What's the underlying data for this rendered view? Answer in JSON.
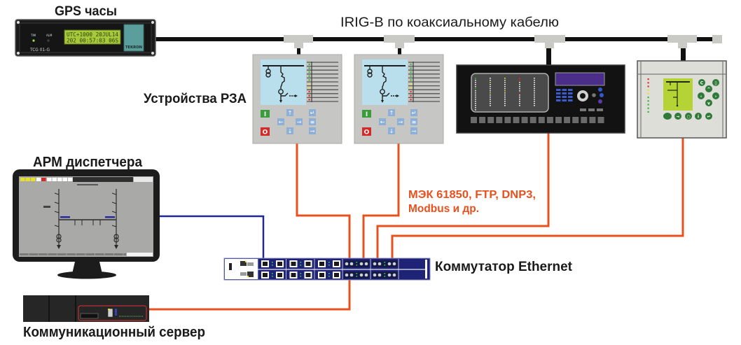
{
  "labels": {
    "gps_title": "GPS часы",
    "bus_label": "IRIG-B по коаксиальному кабелю",
    "relays_label": "Устройства РЗА",
    "operator_label": "АРМ диспетчера",
    "protocols_line1": "МЭК 61850, FTP, DNP3,",
    "protocols_line2": "Modbus и др.",
    "switch_label": "Коммутатор Ethernet",
    "server_label": "Коммуникационный сервер"
  },
  "gps_clock": {
    "display_line1": "UTC+1000 20JUL14",
    "display_line2": "202 00:57:03 06S",
    "model": "TCG 01-G",
    "brand": "TEKRON",
    "led_labels": [
      "TIM",
      "ALM"
    ]
  },
  "relay": {
    "close_button": "I",
    "open_button": "O",
    "led_colors": [
      "green",
      "green",
      "green",
      "green",
      "green",
      "yellow",
      "yellow",
      "red",
      "red",
      "red"
    ],
    "nav_icons": [
      "arrow-up-icon",
      "arrow-left-icon",
      "arrow-right-icon",
      "arrow-down-icon",
      "enter-icon",
      "menu-icon",
      "key-icon"
    ]
  },
  "terminal": {
    "led_colors": [
      "red",
      "red",
      "red",
      "yellow",
      "yellow",
      "green",
      "green",
      "green",
      "green",
      "green"
    ],
    "keypad_icons": [
      "clear-icon",
      "menu-icon",
      "arrow-up-icon",
      "arrow-left-icon",
      "arrow-right-icon",
      "arrow-down-icon"
    ],
    "function_icons": [
      "function-button-icon",
      "key-icon",
      "power-icon",
      "info-icon",
      "enter-icon"
    ]
  },
  "colors": {
    "wire_ethernet": "#e8501e",
    "wire_operator": "#1f2a8a",
    "protocol_text": "#e8501e",
    "coax_cable": "#111111",
    "switch_body": "#1f2375",
    "tee_connector": "#c9c9c5",
    "led_green": "#38b638",
    "led_yellow": "#e6df2e",
    "led_red": "#e02e2e"
  }
}
